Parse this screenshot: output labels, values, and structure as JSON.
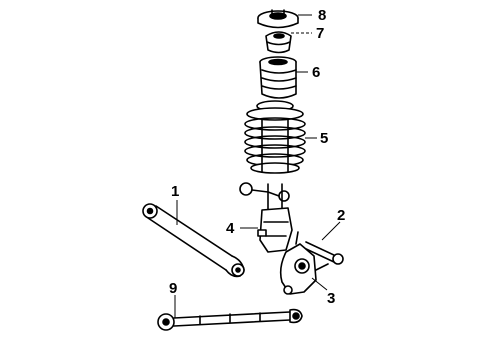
{
  "callouts": {
    "part_1": "1",
    "part_2": "2",
    "part_3": "3",
    "part_4": "4",
    "part_5": "5",
    "part_6": "6",
    "part_7": "7",
    "part_8": "8",
    "part_9": "9"
  },
  "colors": {
    "line": "#000000",
    "fill": "#ffffff"
  }
}
